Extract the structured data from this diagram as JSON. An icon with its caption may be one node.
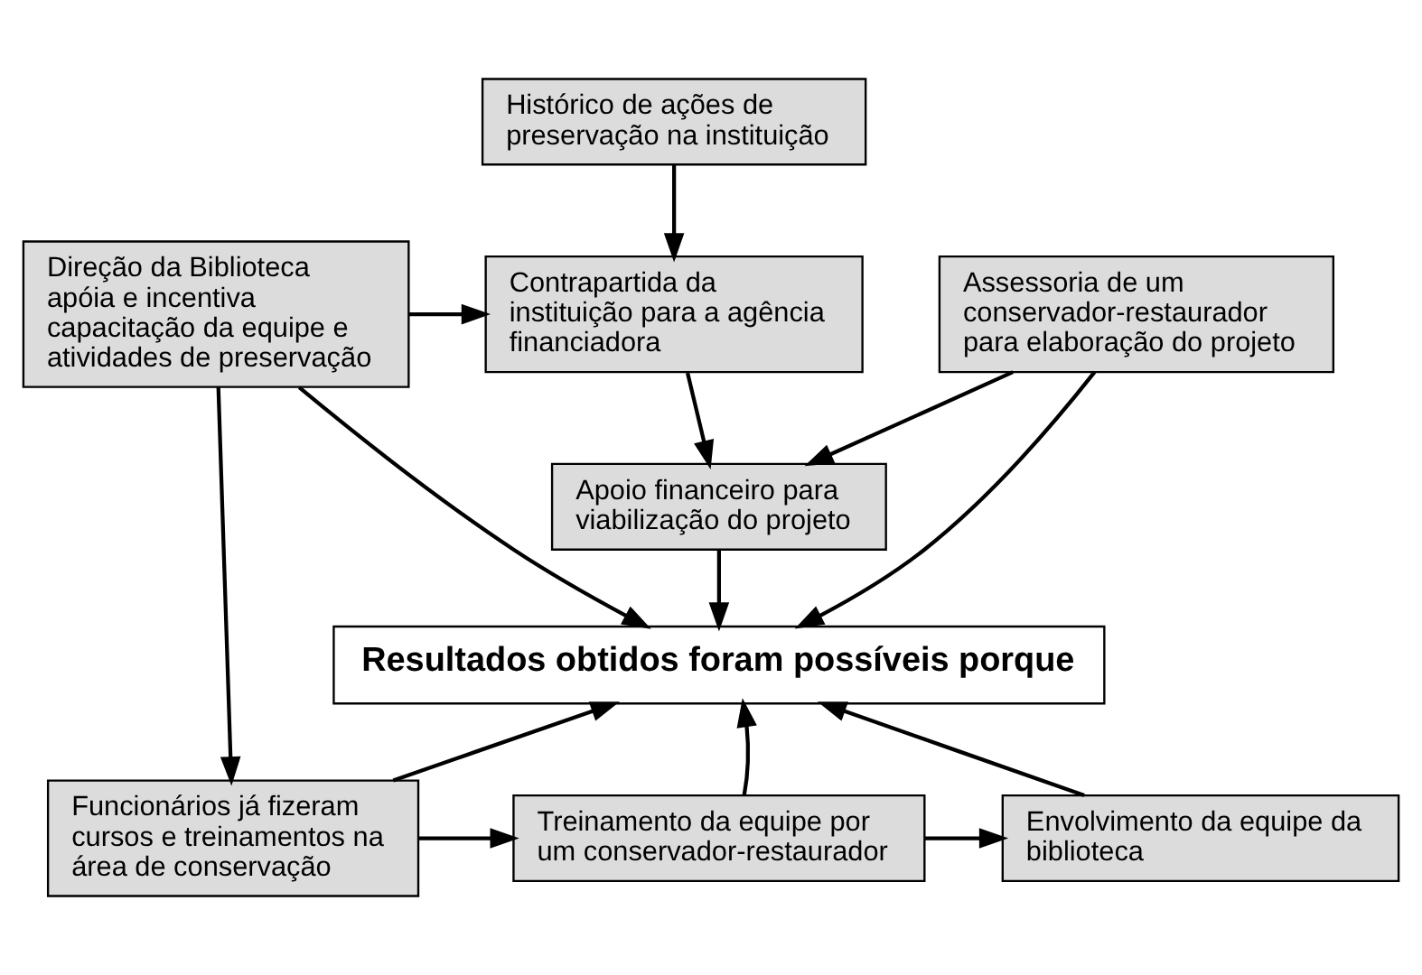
{
  "diagram": {
    "nodes": [
      {
        "text": [
          "Histórico de ações de preservação na instituição"
        ]
      },
      {
        "text": [
          "Direção da Biblioteca apóia e incentiva capacitação da equipe e atividades de preservação"
        ]
      },
      {
        "text": [
          "Contrapartida da instituição para a agência financiadora"
        ]
      },
      {
        "text": [
          "Assessoria de um conservador-restaurador para elaboração do projeto"
        ]
      },
      {
        "text": [
          "Apoio financeiro para viabilização do projeto"
        ]
      },
      {
        "text": [
          "Resultados obtidos foram possíveis porque"
        ]
      },
      {
        "text": [
          "Funcionários já fizeram cursos e treinamentos na área de conservação"
        ]
      },
      {
        "text": [
          "Treinamento da equipe por um conservador-restaurador"
        ]
      },
      {
        "text": [
          "Envolvimento da equipe da biblioteca"
        ]
      }
    ],
    "edges": [
      {
        "from": 0,
        "to": 2,
        "arrow": "to"
      },
      {
        "from": 1,
        "to": 2,
        "arrow": "to"
      },
      {
        "from": 2,
        "to": 4,
        "arrow": "to"
      },
      {
        "from": 3,
        "to": 4,
        "arrow": "to"
      },
      {
        "from": 1,
        "to": 5,
        "arrow": "to"
      },
      {
        "from": 4,
        "to": 5,
        "arrow": "to"
      },
      {
        "from": 3,
        "to": 5,
        "arrow": "to"
      },
      {
        "from": 1,
        "to": 6,
        "arrow": "to"
      },
      {
        "from": 6,
        "to": 5,
        "arrow": "to"
      },
      {
        "from": 6,
        "to": 7,
        "arrow": "to"
      },
      {
        "from": 7,
        "to": 5,
        "arrow": "to"
      },
      {
        "from": 7,
        "to": 8,
        "arrow": "to"
      },
      {
        "from": 8,
        "to": 5,
        "arrow": "to"
      }
    ]
  }
}
